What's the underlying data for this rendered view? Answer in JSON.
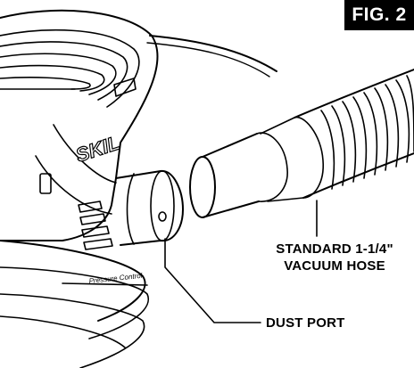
{
  "figure": {
    "label": "FIG. 2"
  },
  "callouts": {
    "hose_line1": "STANDARD 1-1/4\"",
    "hose_line2": "VACUUM HOSE",
    "dust_port": "DUST PORT"
  },
  "sander": {
    "brand_mark": "SKIL",
    "band_text": "Pressure Control"
  }
}
